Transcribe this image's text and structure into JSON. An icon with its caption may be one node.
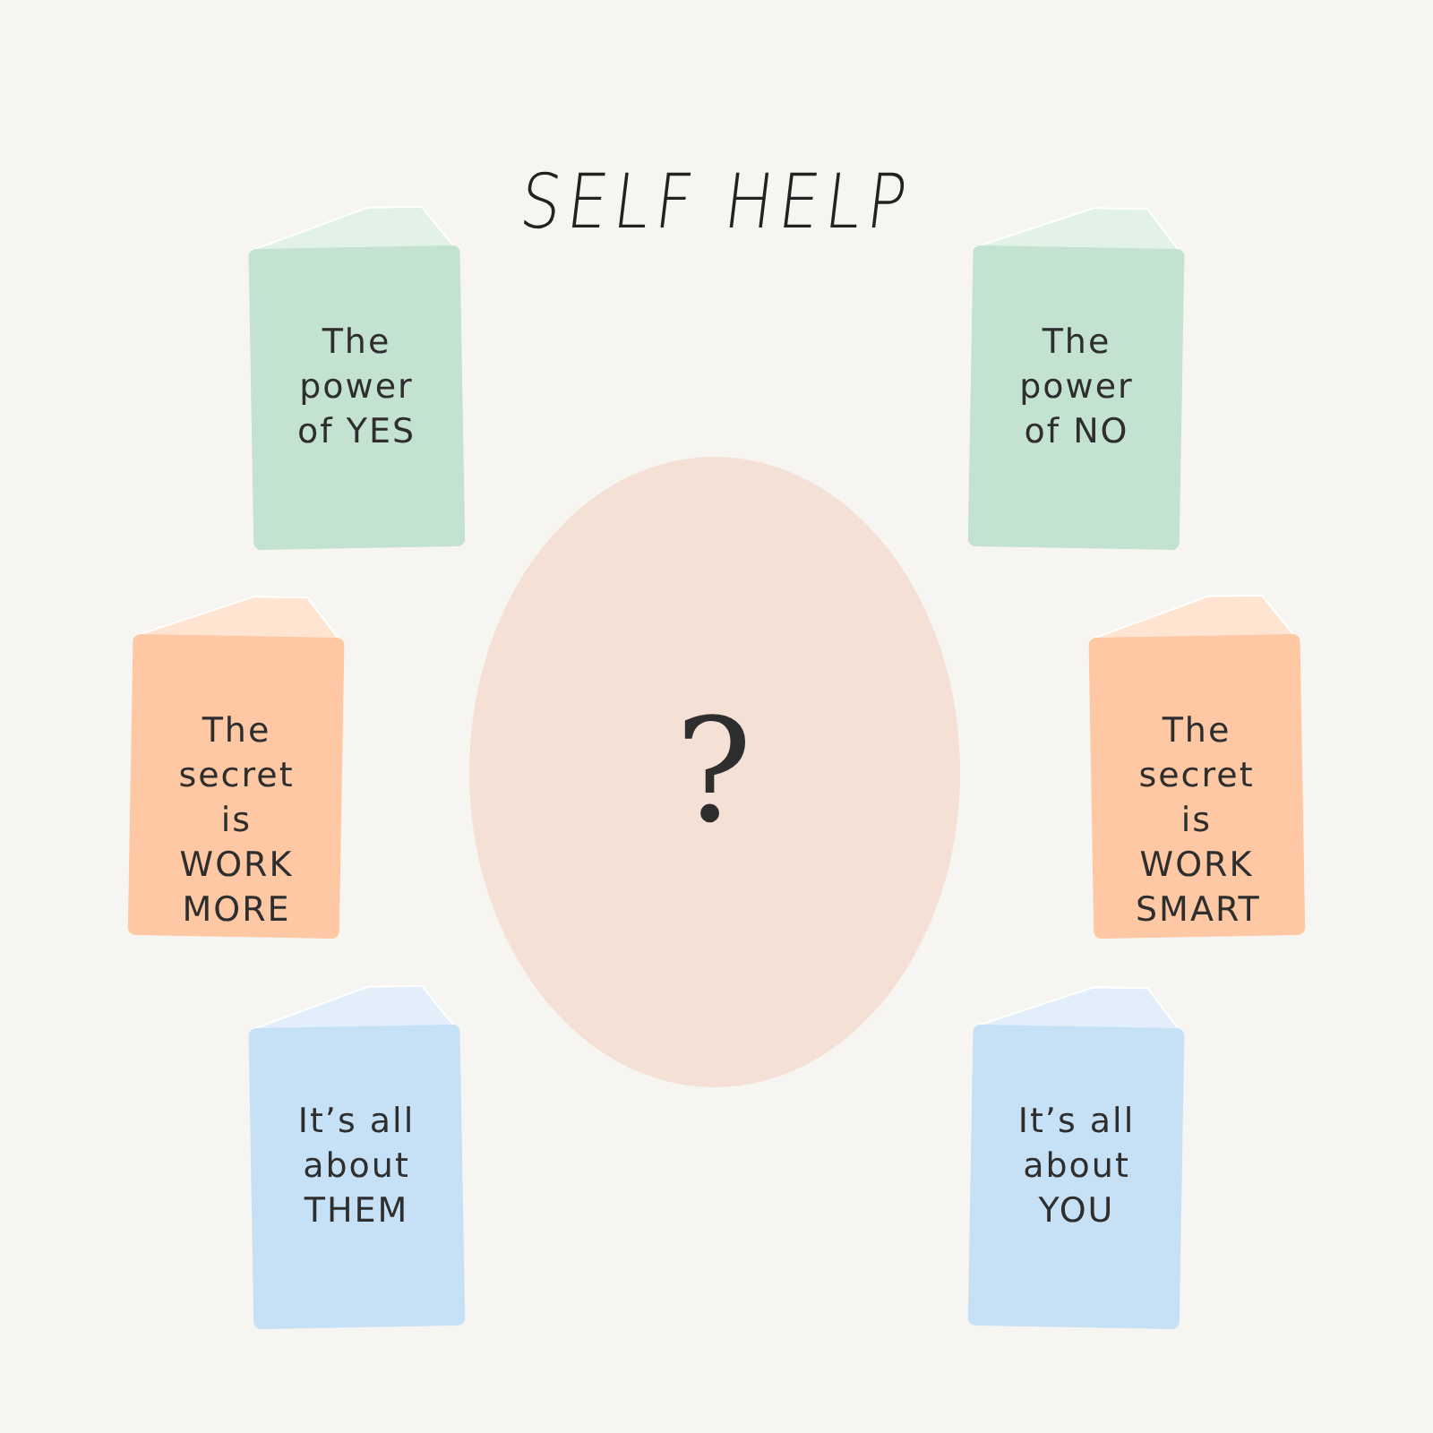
{
  "diagram": {
    "title": "SELF HELP",
    "nodes": [
      {
        "text": [
          "The power of YES"
        ]
      },
      {
        "text": [
          "The power of NO"
        ]
      },
      {
        "text": [
          "?"
        ]
      },
      {
        "text": [
          "The secret is WORK MORE"
        ]
      },
      {
        "text": [
          "The secret is WORK SMART"
        ]
      },
      {
        "text": [
          "It’s all about THEM"
        ]
      },
      {
        "text": [
          "It’s all about YOU"
        ]
      }
    ],
    "edges": []
  }
}
